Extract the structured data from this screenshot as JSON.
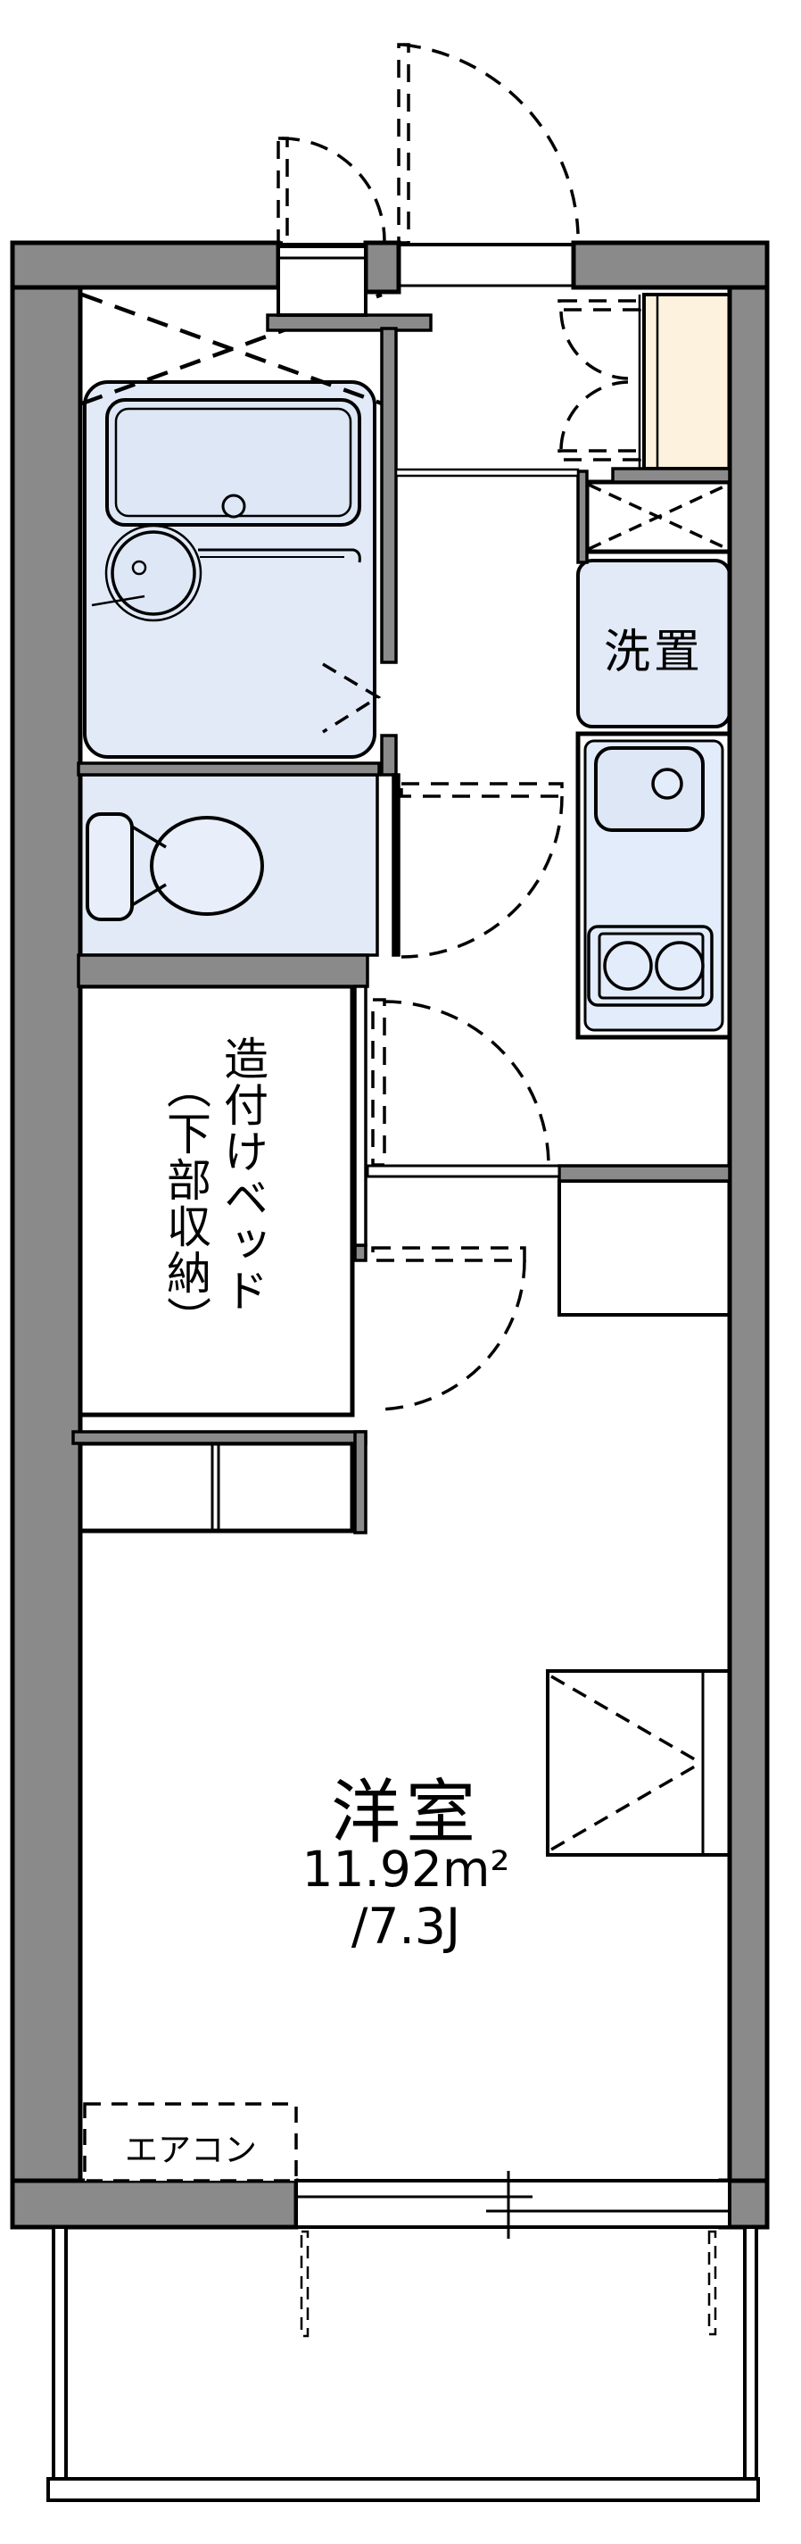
{
  "floorplan": {
    "room": {
      "name": "洋室",
      "area_m2": "11.92m²",
      "area_jo": "/7.3J"
    },
    "bed": {
      "label_main": "造付けベッド",
      "label_sub": "（下部収納）"
    },
    "washer": {
      "label": "洗置"
    },
    "aircon": {
      "label": "エアコン"
    },
    "colors": {
      "wall_gray": "#8A8A8A",
      "fixture_blue": "#E2EAF8",
      "tub_blue": "#DDE7F6",
      "shoebox_cream": "#FCF2DE",
      "line_black": "#000000"
    }
  }
}
